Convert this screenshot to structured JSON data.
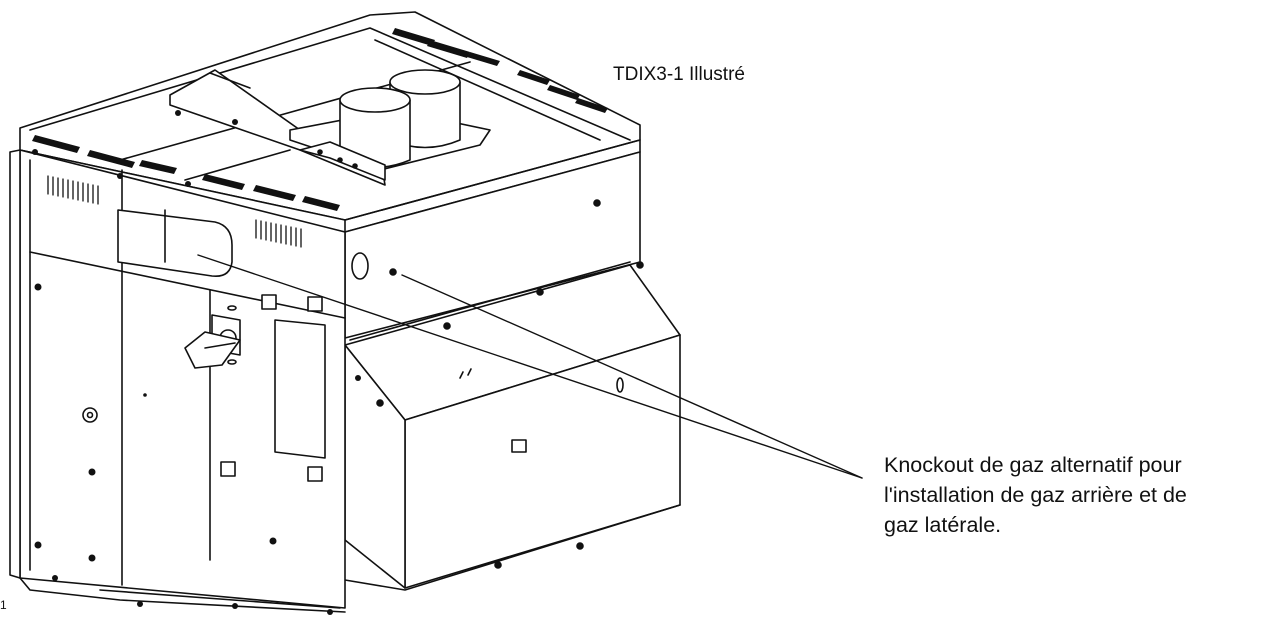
{
  "labels": {
    "model": "TDIX3-1 Illustré",
    "callout": [
      "Knockout de gaz alternatif pour",
      "l'installation de gaz arrière et de",
      "gaz latérale."
    ],
    "page_mark": "1"
  },
  "colors": {
    "line": "#111111",
    "background": "#ffffff"
  }
}
